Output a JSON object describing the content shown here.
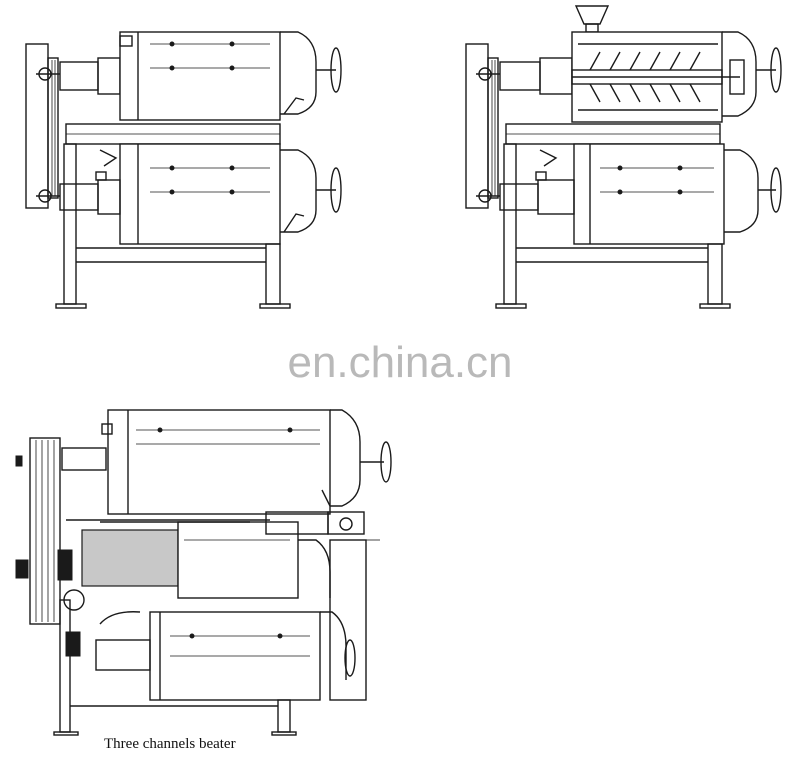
{
  "watermark": {
    "text": "en.china.cn"
  },
  "caption": {
    "text": "Three channels beater"
  },
  "colors": {
    "line": "#1a1a1a",
    "background": "#ffffff",
    "watermark": "#b9b9b9"
  },
  "drawings": [
    {
      "id": "double-channel-beater-exterior",
      "view": "exterior"
    },
    {
      "id": "double-channel-beater-section",
      "view": "cutaway"
    },
    {
      "id": "three-channel-beater",
      "view": "exterior"
    }
  ]
}
